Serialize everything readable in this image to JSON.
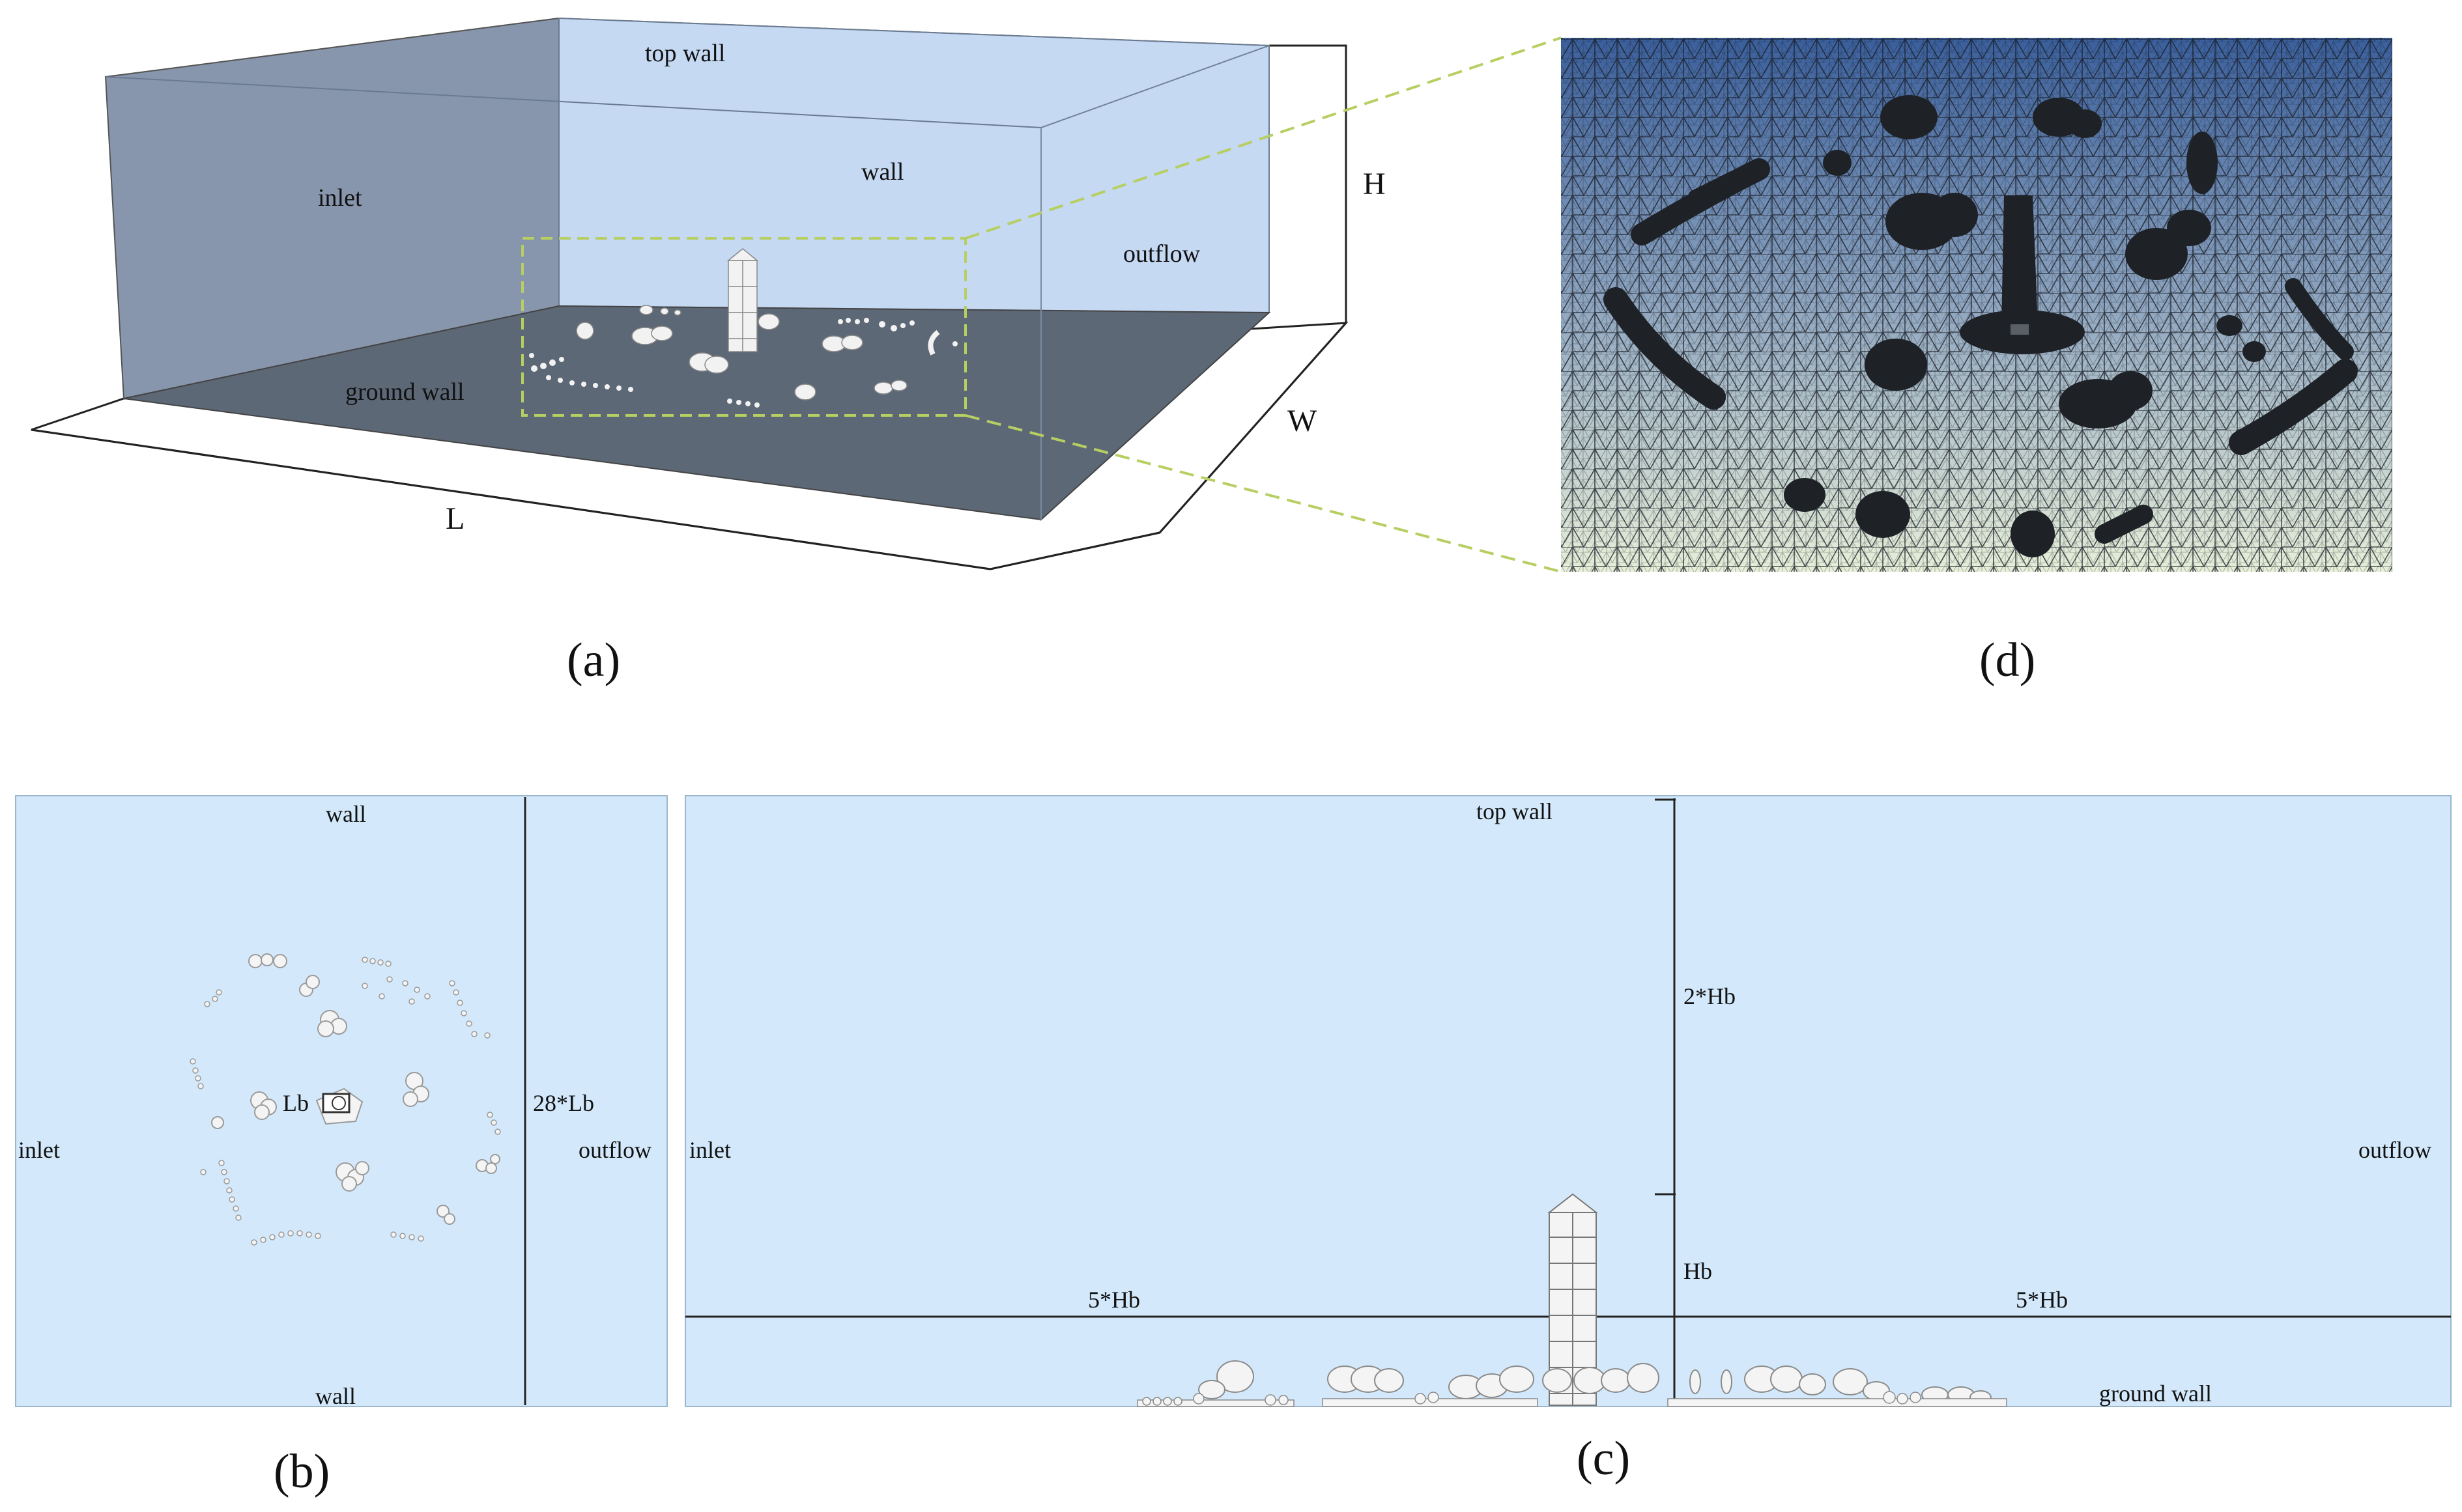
{
  "colors": {
    "inlet_face": "#8796ac",
    "wall_face": "#c5d9f3",
    "ground_face": "#5d6877",
    "panel_bg": "#d3e9fb",
    "dash_green": "#b7cf62",
    "mesh_top": "#3a5f9c",
    "mesh_bottom": "#e7efd9"
  },
  "panel_a": {
    "caption": "(a)",
    "labels": {
      "top_wall": "top wall",
      "wall": "wall",
      "inlet": "inlet",
      "outflow": "outflow",
      "ground_wall": "ground wall",
      "L": "L",
      "W": "W",
      "H": "H"
    }
  },
  "panel_d": {
    "caption": "(d)"
  },
  "panel_b": {
    "caption": "(b)",
    "labels": {
      "wall_top": "wall",
      "wall_bottom": "wall",
      "inlet": "inlet",
      "outflow": "outflow",
      "Lb": "Lb",
      "domain": "28*Lb"
    }
  },
  "panel_c": {
    "caption": "(c)",
    "labels": {
      "top_wall": "top wall",
      "inlet": "inlet",
      "outflow": "outflow",
      "ground_wall": "ground wall",
      "height_above": "2*Hb",
      "Hb": "Hb",
      "upstream": "5*Hb",
      "downstream": "5*Hb"
    }
  }
}
